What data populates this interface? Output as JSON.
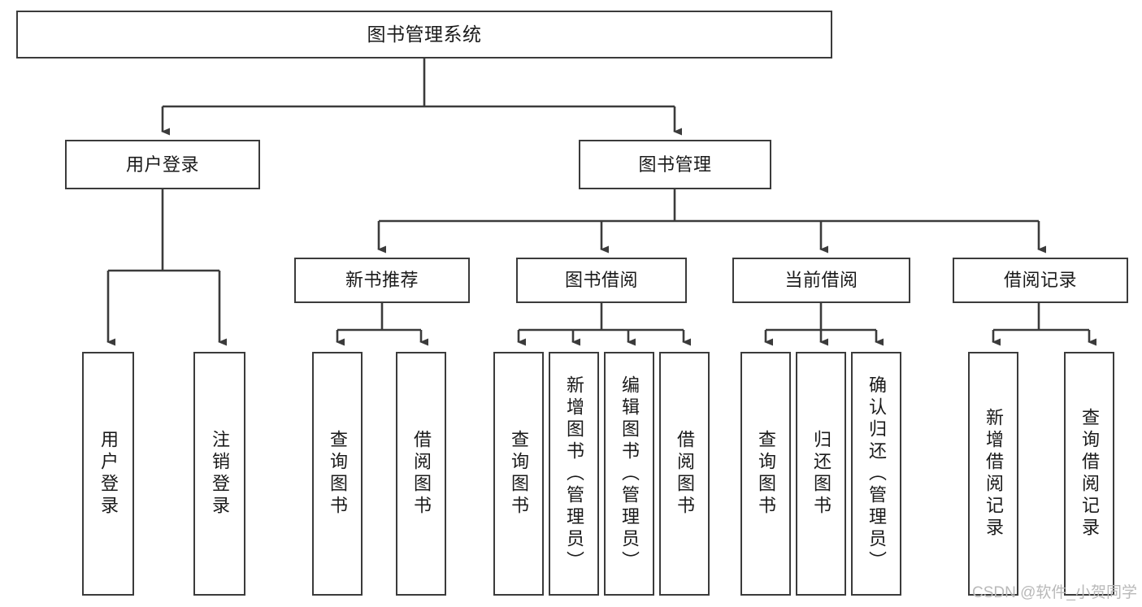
{
  "diagram": {
    "title": "图书管理系统",
    "type": "tree-hierarchy-chart",
    "orientation": "top-down",
    "colors": {
      "node_border": "#3b3b3b",
      "node_fill": "#ffffff",
      "edge": "#3b3b3b",
      "text": "#1a1a1a",
      "watermark": "#b9b9b9",
      "background": "#ffffff"
    },
    "nodes": {
      "root": {
        "label": "图书管理系统"
      },
      "level1": [
        {
          "id": "user-login",
          "label": "用户登录"
        },
        {
          "id": "book-manage",
          "label": "图书管理"
        }
      ],
      "level2": [
        {
          "id": "new-book-recommend",
          "label": "新书推荐"
        },
        {
          "id": "book-borrow",
          "label": "图书借阅"
        },
        {
          "id": "current-borrow",
          "label": "当前借阅"
        },
        {
          "id": "borrow-record",
          "label": "借阅记录"
        }
      ],
      "leaves": [
        {
          "id": "leaf-user-login",
          "label": "用户登录",
          "parent": "user-login"
        },
        {
          "id": "leaf-user-logout",
          "label": "注销登录",
          "parent": "user-login"
        },
        {
          "id": "leaf-query-book-1",
          "label": "查询图书",
          "parent": "new-book-recommend"
        },
        {
          "id": "leaf-borrow-book-1",
          "label": "借阅图书",
          "parent": "new-book-recommend"
        },
        {
          "id": "leaf-query-book-2",
          "label": "查询图书",
          "parent": "book-borrow"
        },
        {
          "id": "leaf-add-book",
          "label": "新增图书（管理员）",
          "parent": "book-borrow"
        },
        {
          "id": "leaf-edit-book",
          "label": "编辑图书（管理员）",
          "parent": "book-borrow"
        },
        {
          "id": "leaf-borrow-book-2",
          "label": "借阅图书",
          "parent": "book-borrow"
        },
        {
          "id": "leaf-query-book-3",
          "label": "查询图书",
          "parent": "current-borrow"
        },
        {
          "id": "leaf-return-book",
          "label": "归还图书",
          "parent": "current-borrow"
        },
        {
          "id": "leaf-confirm-return",
          "label": "确认归还（管理员）",
          "parent": "current-borrow"
        },
        {
          "id": "leaf-add-record",
          "label": "新增借阅记录",
          "parent": "borrow-record"
        },
        {
          "id": "leaf-query-record",
          "label": "查询借阅记录",
          "parent": "borrow-record"
        }
      ]
    },
    "watermark": "CSDN @软件_小贺同学"
  }
}
